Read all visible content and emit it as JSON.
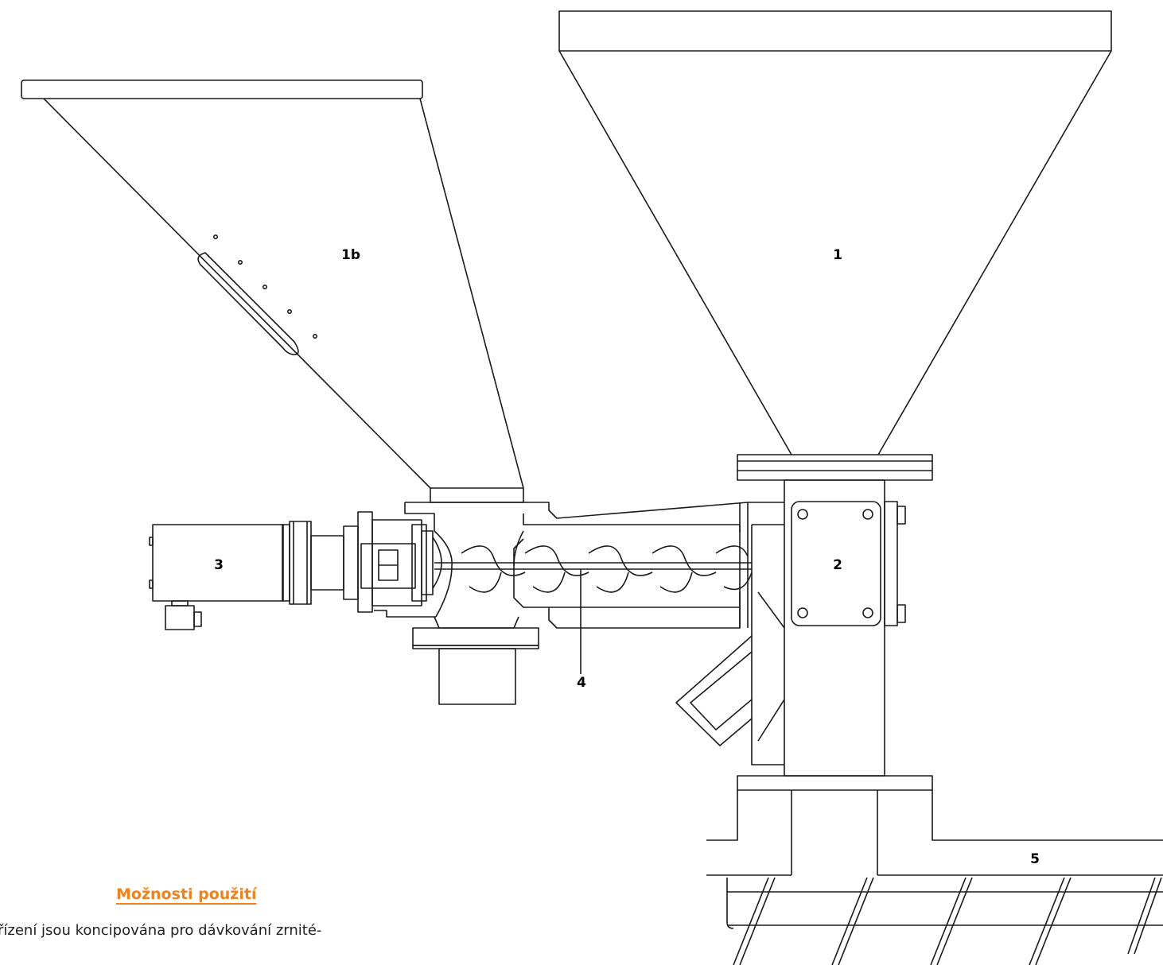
{
  "labels": {
    "hopper_main": "1",
    "hopper_secondary": "1b",
    "housing": "2",
    "motor": "3",
    "screw": "4",
    "conveyor": "5"
  },
  "section": {
    "title": "Možnosti použití",
    "body_line1": "řízení jsou koncipována pro dávkování zrnité-"
  },
  "colors": {
    "accent": "#f0821e",
    "line": "#1a1a1a"
  }
}
